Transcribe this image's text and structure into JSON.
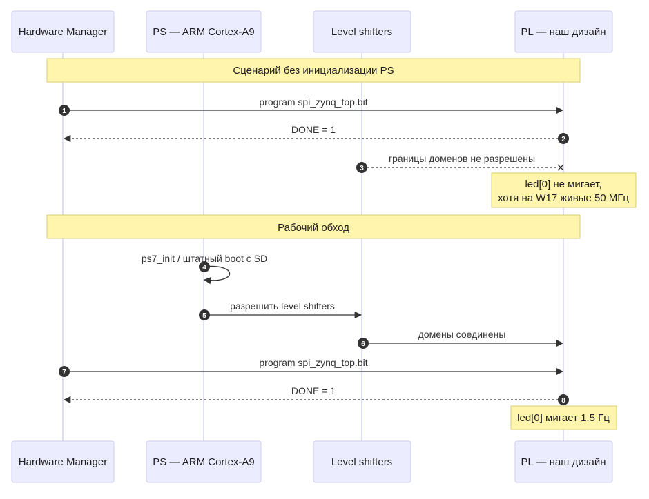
{
  "participants": [
    {
      "id": "hw",
      "label": "Hardware Manager"
    },
    {
      "id": "ps",
      "label": "PS — ARM Cortex-A9"
    },
    {
      "id": "ls",
      "label": "Level shifters"
    },
    {
      "id": "pl",
      "label": "PL — наш дизайн"
    }
  ],
  "sections": [
    {
      "label": "Сценарий без инициализации PS"
    },
    {
      "label": "Рабочий обход"
    }
  ],
  "messages": [
    {
      "n": "1",
      "label": "program spi_zynq_top.bit",
      "from": "hw",
      "to": "pl",
      "style": "solid"
    },
    {
      "n": "2",
      "label": "DONE = 1",
      "from": "pl",
      "to": "hw",
      "style": "dashed"
    },
    {
      "n": "3",
      "label": "границы доменов не разрешены",
      "from": "ls",
      "to": "pl",
      "style": "dashed-cross"
    },
    {
      "n": "4",
      "label": "ps7_init / штатный boot с SD",
      "from": "ps",
      "to": "ps",
      "style": "self"
    },
    {
      "n": "5",
      "label": "разрешить level shifters",
      "from": "ps",
      "to": "ls",
      "style": "solid"
    },
    {
      "n": "6",
      "label": "домены соединены",
      "from": "ls",
      "to": "pl",
      "style": "solid"
    },
    {
      "n": "7",
      "label": "program spi_zynq_top.bit",
      "from": "hw",
      "to": "pl",
      "style": "solid"
    },
    {
      "n": "8",
      "label": "DONE = 1",
      "from": "pl",
      "to": "hw",
      "style": "dashed"
    }
  ],
  "notes": [
    {
      "lines": [
        "led[0] не мигает,",
        "хотя на W17 живые 50 МГц"
      ]
    },
    {
      "lines": [
        "led[0] мигает 1.5 Гц"
      ]
    }
  ]
}
